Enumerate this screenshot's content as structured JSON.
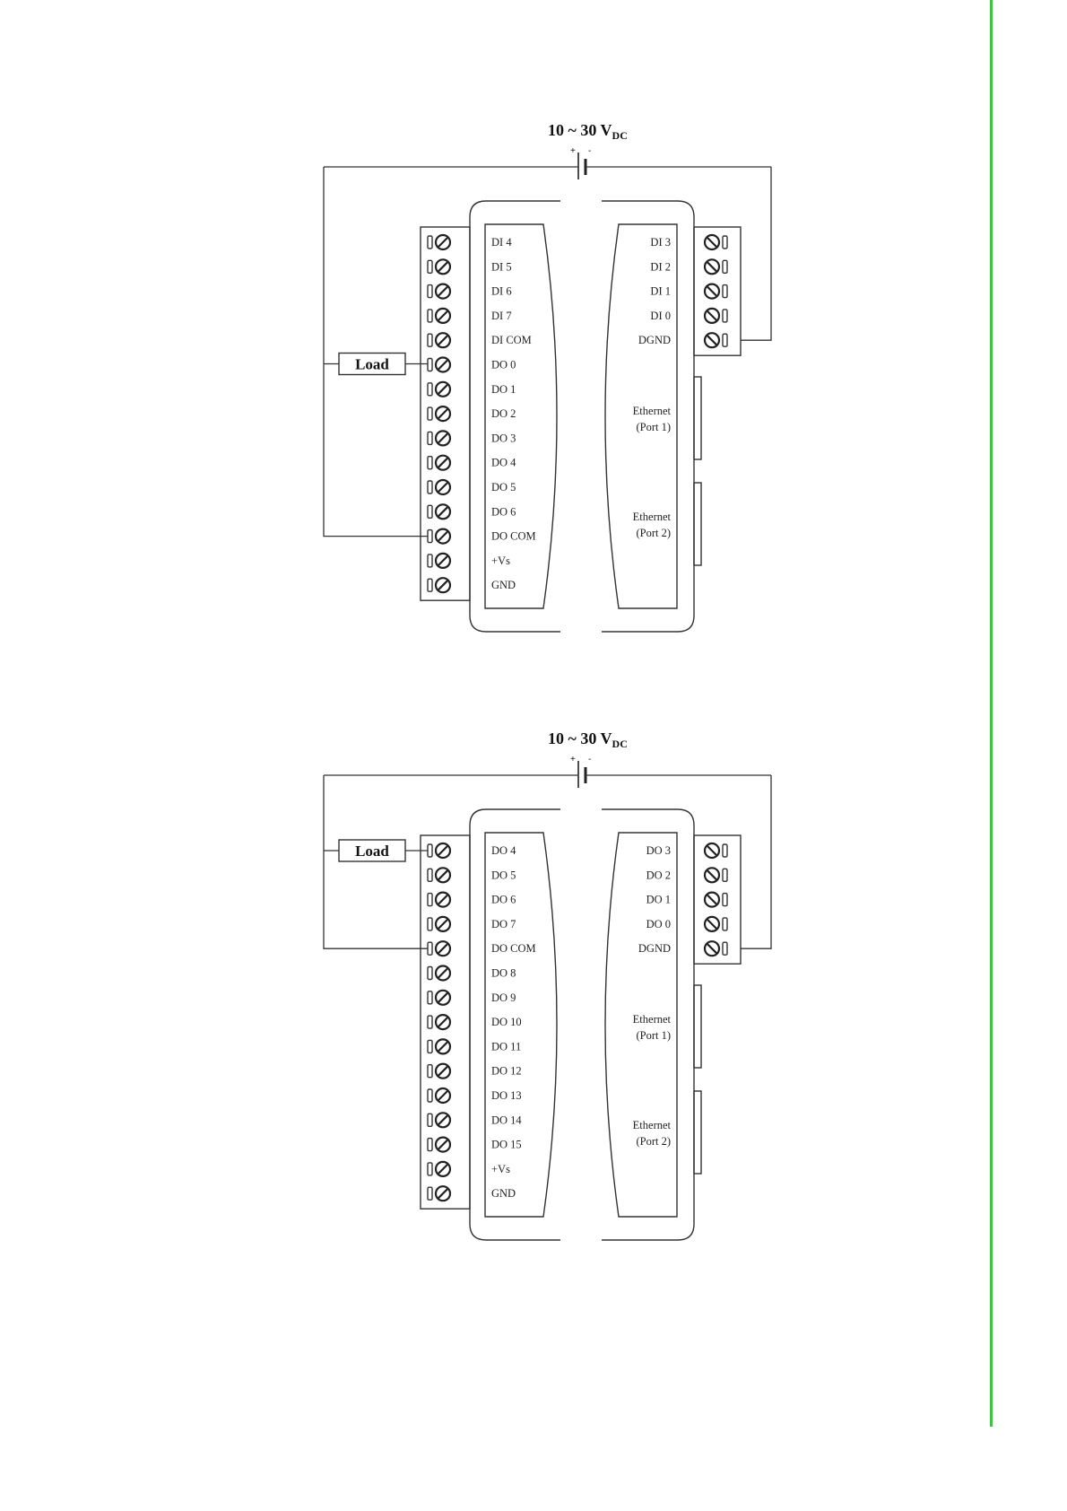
{
  "diagrams": [
    {
      "supply_label": "10 ~ 30 V",
      "supply_subscript": "DC",
      "battery_plus": "+",
      "battery_minus": "-",
      "load_label": "Load",
      "left_terminals": [
        "DI 4",
        "DI 5",
        "DI 6",
        "DI 7",
        "DI COM",
        "DO 0",
        "DO 1",
        "DO 2",
        "DO 3",
        "DO 4",
        "DO 5",
        "DO 6",
        "DO COM",
        "+Vs",
        "GND"
      ],
      "right_terminals": [
        "DI 3",
        "DI 2",
        "DI 1",
        "DI 0",
        "DGND"
      ],
      "ethernet": [
        [
          "Ethernet",
          "(Port 1)"
        ],
        [
          "Ethernet",
          "(Port 2)"
        ]
      ]
    },
    {
      "supply_label": "10 ~ 30 V",
      "supply_subscript": "DC",
      "battery_plus": "+",
      "battery_minus": "-",
      "load_label": "Load",
      "left_terminals": [
        "DO 4",
        "DO 5",
        "DO 6",
        "DO 7",
        "DO COM",
        "DO 8",
        "DO 9",
        "DO 10",
        "DO 11",
        "DO 12",
        "DO 13",
        "DO 14",
        "DO 15",
        "+Vs",
        "GND"
      ],
      "right_terminals": [
        "DO 3",
        "DO 2",
        "DO 1",
        "DO 0",
        "DGND"
      ],
      "ethernet": [
        [
          "Ethernet",
          "(Port 1)"
        ],
        [
          "Ethernet",
          "(Port 2)"
        ]
      ]
    }
  ],
  "colors": {
    "side_rule": "#3fc23f",
    "line": "#333333"
  }
}
